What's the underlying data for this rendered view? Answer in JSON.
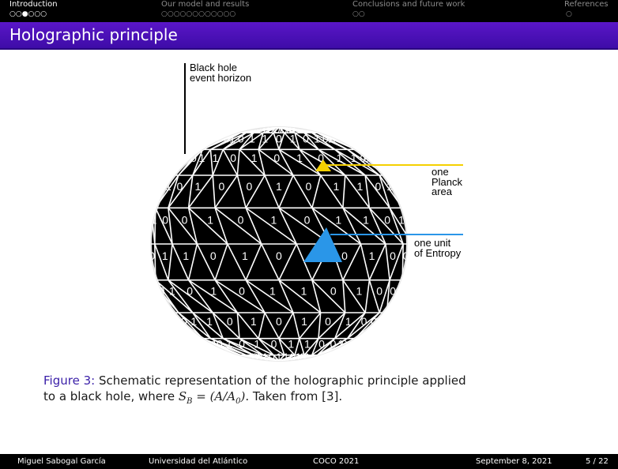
{
  "nav": {
    "sections": [
      {
        "label": "Introduction",
        "dots": "○○●○○○",
        "active": true
      },
      {
        "label": "Our model and results",
        "dots": "○○○○○○○○○○○○",
        "active": false
      },
      {
        "label": "Conclusions and future work",
        "dots": "○○",
        "active": false
      },
      {
        "label": "References",
        "dots": "○",
        "active": false
      }
    ]
  },
  "slide": {
    "title": "Holographic principle"
  },
  "figure": {
    "label_horizon_1": "Black hole",
    "label_horizon_2": "event horizon",
    "label_planck_1": "one",
    "label_planck_2": "Planck",
    "label_planck_3": "area",
    "label_entropy_1": "one unit",
    "label_entropy_2": "of Entropy",
    "sphere_digits": [
      "0",
      "1",
      "0",
      "1",
      "0",
      "1",
      "0",
      "1",
      "1",
      "0",
      "1",
      "0",
      "0",
      "1",
      "0",
      "1",
      "1",
      "0",
      "1",
      "0",
      "1",
      "0",
      "1",
      "0",
      "0",
      "1",
      "1",
      "0",
      "1",
      "0",
      "1",
      "0",
      "1",
      "1",
      "0",
      "0",
      "1",
      "0",
      "1",
      "0",
      "0",
      "1",
      "0",
      "1",
      "1",
      "0",
      "1",
      "0",
      "1",
      "0",
      "0",
      "1",
      "0",
      "1",
      "0",
      "1",
      "1",
      "0",
      "1",
      "0",
      "0",
      "1",
      "1",
      "0",
      "1",
      "0",
      "1",
      "0",
      "1",
      "0"
    ],
    "colors": {
      "planck": "#f5d000",
      "entropy": "#2a96e8",
      "sphere": "#000000",
      "grid": "#ffffff"
    }
  },
  "caption": {
    "label": "Figure 3:",
    "line1": "Schematic representation of the holographic principle applied",
    "line2_pre": "to a black hole, where ",
    "formula": "S_B = (A/A_0)",
    "line2_post": ".  Taken from [3]."
  },
  "footer": {
    "author": "Miguel Sabogal García",
    "institution": "Universidad del Atlántico",
    "event": "COCO 2021",
    "date": "September 8, 2021",
    "page": "5 / 22"
  }
}
